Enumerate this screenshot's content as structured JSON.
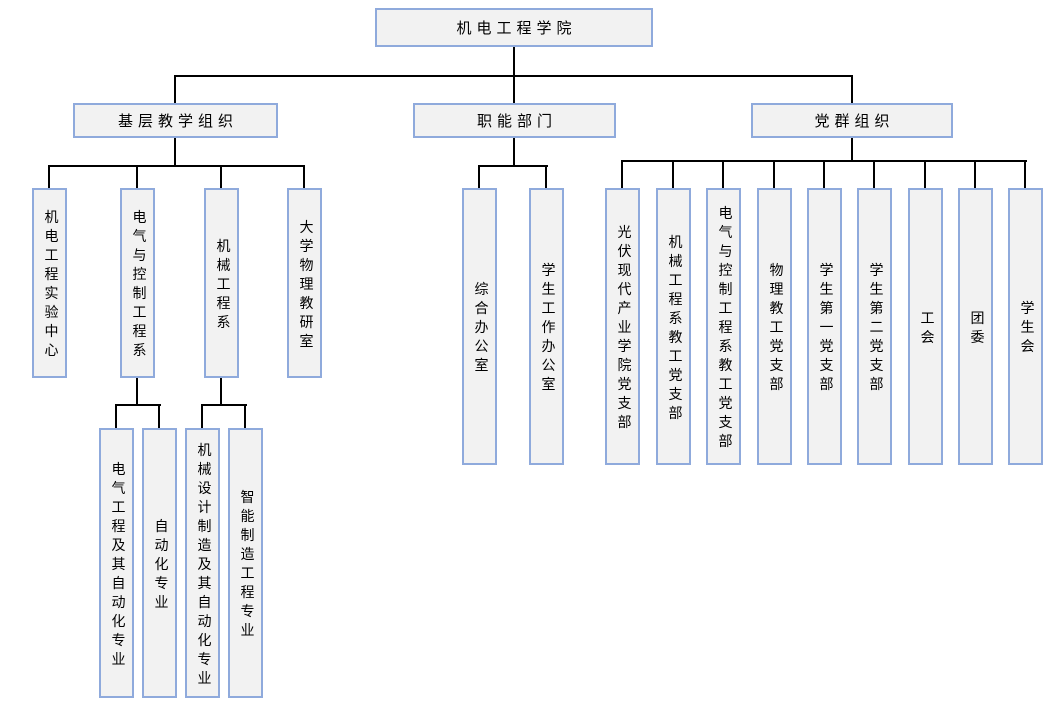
{
  "diagram": {
    "type": "org-chart",
    "colors": {
      "box_fill": "#f2f2f2",
      "box_border": "#8faadc",
      "connector": "#000000",
      "background": "#ffffff"
    }
  },
  "tree": {
    "root": {
      "label": "机电工程学院"
    },
    "groups": [
      {
        "label": "基层教学组织",
        "children": [
          {
            "label": "机电工程实验中心"
          },
          {
            "label": "电气与控制工程系",
            "children": [
              {
                "label": "电气工程及其自动化专业"
              },
              {
                "label": "自动化专业"
              }
            ]
          },
          {
            "label": "机械工程系",
            "children": [
              {
                "label": "机械设计制造及其自动化专业"
              },
              {
                "label": "智能制造工程专业"
              }
            ]
          },
          {
            "label": "大学物理教研室"
          }
        ]
      },
      {
        "label": "职能部门",
        "children": [
          {
            "label": "综合办公室"
          },
          {
            "label": "学生工作办公室"
          }
        ]
      },
      {
        "label": "党群组织",
        "children": [
          {
            "label": "光伏现代产业学院党支部"
          },
          {
            "label": "机械工程系教工党支部"
          },
          {
            "label": "电气与控制工程系教工党支部"
          },
          {
            "label": "物理教工党支部"
          },
          {
            "label": "学生第一党支部"
          },
          {
            "label": "学生第二党支部"
          },
          {
            "label": "工会"
          },
          {
            "label": "团委"
          },
          {
            "label": "学生会"
          }
        ]
      }
    ]
  }
}
